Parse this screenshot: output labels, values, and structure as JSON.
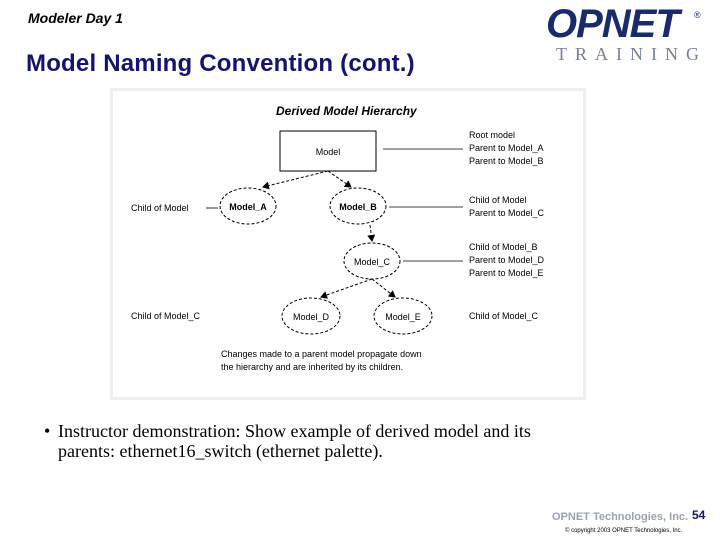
{
  "header": {
    "day_label": "Modeler Day 1",
    "title": "Model Naming Convention (cont.)",
    "logo_text": "OPNET",
    "logo_reg": "®",
    "logo_sub": "TRAINING"
  },
  "diagram": {
    "title": "Derived Model Hierarchy",
    "nodes": {
      "model": "Model",
      "model_a": "Model_A",
      "model_b": "Model_B",
      "model_c": "Model_C",
      "model_d": "Model_D",
      "model_e": "Model_E"
    },
    "labels": {
      "root_1": "Root model",
      "root_2": "Parent to Model_A",
      "root_3": "Parent to Model_B",
      "child_model_left": "Child of Model",
      "b_1": "Child of Model",
      "b_2": "Parent to Model_C",
      "c_1": "Child of Model_B",
      "c_2": "Parent to Model_D",
      "c_3": "Parent to Model_E",
      "d_left": "Child of Model_C",
      "e_right": "Child of Model_C"
    },
    "note_line1": "Changes made to a parent model propagate down",
    "note_line2": "the hierarchy and are inherited by its children."
  },
  "bullet": {
    "marker": "•",
    "line1": "Instructor demonstration:  Show example of derived model and its",
    "line2": "parents:  ethernet16_switch (ethernet palette)."
  },
  "footer": {
    "company": "OPNET Technologies, Inc.",
    "page_number": "54",
    "copyright": "© copyright 2003 OPNET Technologies, Inc."
  }
}
